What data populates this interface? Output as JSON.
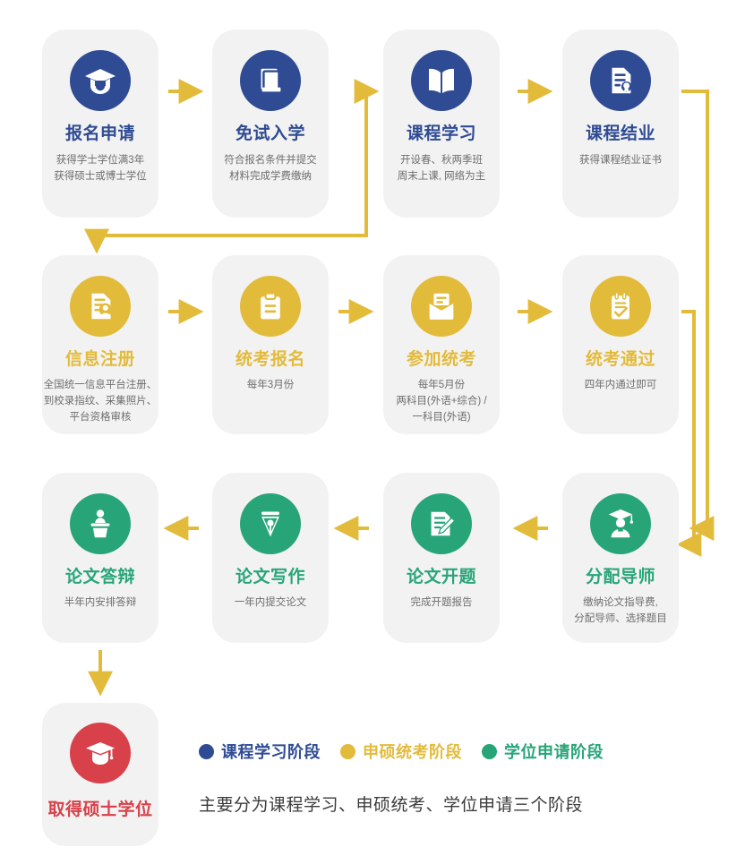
{
  "palette": {
    "blue": "#2f4b94",
    "yellow": "#e3bb3b",
    "green": "#28a578",
    "red": "#d8404a",
    "card_bg": "#f2f2f2",
    "connector": "#e3bb3b",
    "desc_text": "#6e6e6e",
    "caption_text": "#3b3b3b"
  },
  "rows": {
    "row1": {
      "stage": "课程学习阶段",
      "color": "#2f4b94",
      "cards": [
        {
          "icon": "graduation-cap-icon",
          "title": "报名申请",
          "desc": "获得学士学位满3年\n获得硕士或博士学位"
        },
        {
          "icon": "book-closed-icon",
          "title": "免试入学",
          "desc": "符合报名条件并提交\n材料完成学费缴纳"
        },
        {
          "icon": "book-open-icon",
          "title": "课程学习",
          "desc": "开设春、秋两季班\n周末上课, 网络为主"
        },
        {
          "icon": "certificate-icon",
          "title": "课程结业",
          "desc": "获得课程结业证书"
        }
      ]
    },
    "row2": {
      "stage": "申硕统考阶段",
      "color": "#e3bb3b",
      "cards": [
        {
          "icon": "id-register-icon",
          "title": "信息注册",
          "desc": "全国统一信息平台注册、\n到校录指纹、采集照片、\n平台资格审核"
        },
        {
          "icon": "clipboard-icon",
          "title": "统考报名",
          "desc": "每年3月份"
        },
        {
          "icon": "exam-envelope-icon",
          "title": "参加统考",
          "desc": "每年5月份\n两科目(外语+综合) /\n一科目(外语)"
        },
        {
          "icon": "checklist-icon",
          "title": "统考通过",
          "desc": "四年内通过即可"
        }
      ]
    },
    "row3": {
      "stage": "学位申请阶段",
      "color": "#28a578",
      "cards": [
        {
          "icon": "podium-speaker-icon",
          "title": "论文答辩",
          "desc": "半年内安排答辩"
        },
        {
          "icon": "fountain-pen-icon",
          "title": "论文写作",
          "desc": "一年内提交论文"
        },
        {
          "icon": "document-pencil-icon",
          "title": "论文开题",
          "desc": "完成开题报告"
        },
        {
          "icon": "mentor-icon",
          "title": "分配导师",
          "desc": "缴纳论文指导费,\n分配导师、选择题目"
        }
      ]
    },
    "final": {
      "icon": "mortarboard-icon",
      "title": "取得硕士学位",
      "color": "#d8404a"
    }
  },
  "legend": {
    "items": [
      {
        "label": "课程学习阶段",
        "color": "#2f4b94"
      },
      {
        "label": "申硕统考阶段",
        "color": "#e3bb3b"
      },
      {
        "label": "学位申请阶段",
        "color": "#28a578"
      }
    ]
  },
  "caption": "主要分为课程学习、申硕统考、学位申请三个阶段"
}
